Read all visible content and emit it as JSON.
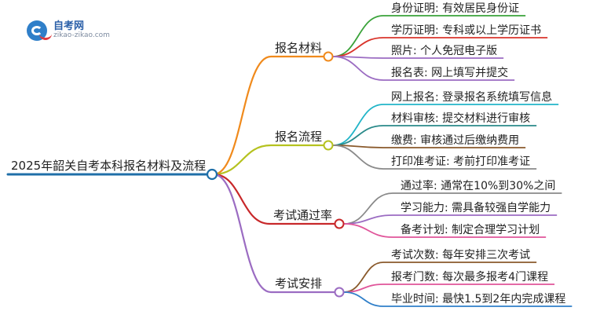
{
  "logo": {
    "name": "自考网",
    "url": "zikao-zikao.com"
  },
  "root": {
    "label": "2025年韶关自考本科报名材料及流程",
    "color": "#1f6fa8"
  },
  "branches": [
    {
      "label": "报名材料",
      "color": "#f08a1c",
      "leaves": [
        {
          "text": "身份证明: 有效居民身份证",
          "color": "#3aa33a"
        },
        {
          "text": "学历证明: 专科或以上学历证书",
          "color": "#d9342b"
        },
        {
          "text": "照片: 个人免冠电子版",
          "color": "#9b6cc2"
        },
        {
          "text": "报名表: 网上填写并提交",
          "color": "#9b6cc2"
        }
      ]
    },
    {
      "label": "报名流程",
      "color": "#b5c21f",
      "leaves": [
        {
          "text": "网上报名: 登录报名系统填写信息",
          "color": "#22b5c8"
        },
        {
          "text": "材料审核: 提交材料进行审核",
          "color": "#2a8a8a"
        },
        {
          "text": "缴费: 审核通过后缴纳费用",
          "color": "#8a5a2c"
        },
        {
          "text": "打印准考证: 考前打印准考证",
          "color": "#8a8a8a"
        }
      ]
    },
    {
      "label": "考试通过率",
      "color": "#c8282a",
      "leaves": [
        {
          "text": "通过率: 通常在10%到30%之间",
          "color": "#8a8a8a"
        },
        {
          "text": "学习能力: 需具备较强自学能力",
          "color": "#9b6cc2"
        },
        {
          "text": "备考计划: 制定合理学习计划",
          "color": "#e0559a"
        }
      ]
    },
    {
      "label": "考试安排",
      "color": "#9b6cc2",
      "leaves": [
        {
          "text": "考试次数: 每年安排三次考试",
          "color": "#8a5a2c"
        },
        {
          "text": "报考门数: 每次最多报考4门课程",
          "color": "#e0559a"
        },
        {
          "text": "毕业时间: 最快1.5到2年内完成课程",
          "color": "#2f7fc9"
        }
      ]
    }
  ]
}
